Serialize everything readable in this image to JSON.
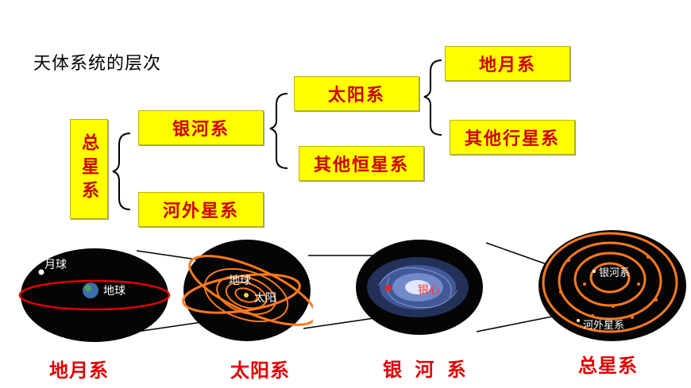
{
  "title": "天体系统的层次",
  "tree": {
    "root": "总星系",
    "galaxy": "银河系",
    "extragalactic": "河外星系",
    "solar": "太阳系",
    "other_stellar": "其他恒星系",
    "earth_moon": "地月系",
    "other_planetary": "其他行星系"
  },
  "diagrams": {
    "earth_moon": {
      "moon": "月球",
      "earth": "地球"
    },
    "solar": {
      "earth": "地球",
      "sun": "太阳"
    },
    "galaxy": {
      "core": "银心"
    },
    "universe": {
      "galaxy": "银河系",
      "extragalactic": "河外星系"
    }
  },
  "bottom_labels": {
    "earth_moon": "地月系",
    "solar": "太阳系",
    "galaxy": "银 河 系",
    "universe": "总星系"
  },
  "colors": {
    "box_fill": "#ffff00",
    "box_text": "#cc0000",
    "orbit": "#ff7a1a",
    "label_red": "#e00000"
  }
}
